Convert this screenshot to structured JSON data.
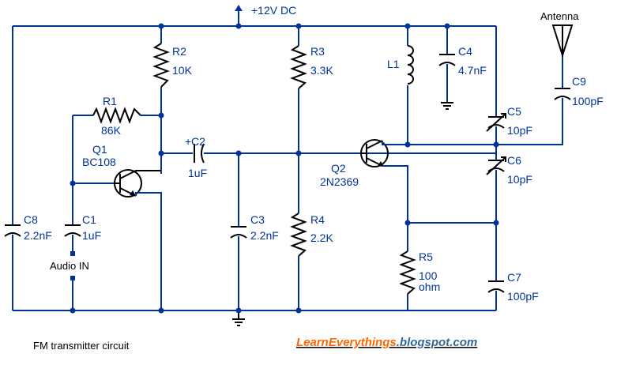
{
  "supply": "+12V DC",
  "antenna": "Antenna",
  "caption": "FM transmitter circuit",
  "watermark": {
    "part1": "Learn",
    "part2": "Everythings",
    "part3": ".blogspot.com"
  },
  "components": {
    "R1": {
      "name": "R1",
      "value": "86K"
    },
    "R2": {
      "name": "R2",
      "value": "10K"
    },
    "R3": {
      "name": "R3",
      "value": "3.3K"
    },
    "R4": {
      "name": "R4",
      "value": "2.2K"
    },
    "R5": {
      "name": "R5",
      "value1": "100",
      "value2": "ohm"
    },
    "C1": {
      "name": "C1",
      "value": "1uF"
    },
    "C2": {
      "name": "C2",
      "value": "1uF"
    },
    "C3": {
      "name": "C3",
      "value": "2.2nF"
    },
    "C4": {
      "name": "C4",
      "value": "4.7nF"
    },
    "C5": {
      "name": "C5",
      "value": "10pF"
    },
    "C6": {
      "name": "C6",
      "value": "10pF"
    },
    "C7": {
      "name": "C7",
      "value": "100pF"
    },
    "C8": {
      "name": "C8",
      "value": "2.2nF"
    },
    "C9": {
      "name": "C9",
      "value": "100pF"
    },
    "L1": {
      "name": "L1"
    },
    "Q1": {
      "name": "Q1",
      "part": "BC108"
    },
    "Q2": {
      "name": "Q2",
      "part": "2N2369"
    }
  },
  "audio_in": "Audio IN"
}
